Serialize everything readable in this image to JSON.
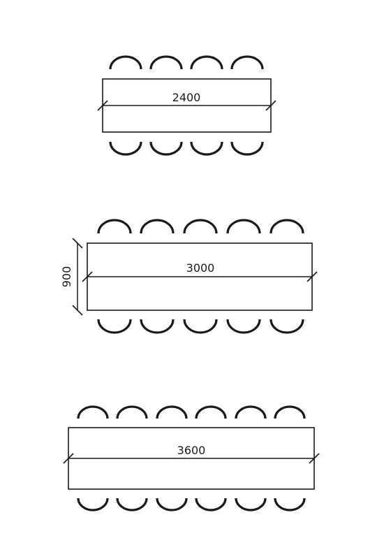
{
  "tables": [
    {
      "id": "table-2400",
      "length_label": "2400",
      "seats_per_side": 4
    },
    {
      "id": "table-3000",
      "length_label": "3000",
      "width_label": "900",
      "seats_per_side": 5
    },
    {
      "id": "table-3600",
      "length_label": "3600",
      "seats_per_side": 6
    }
  ]
}
